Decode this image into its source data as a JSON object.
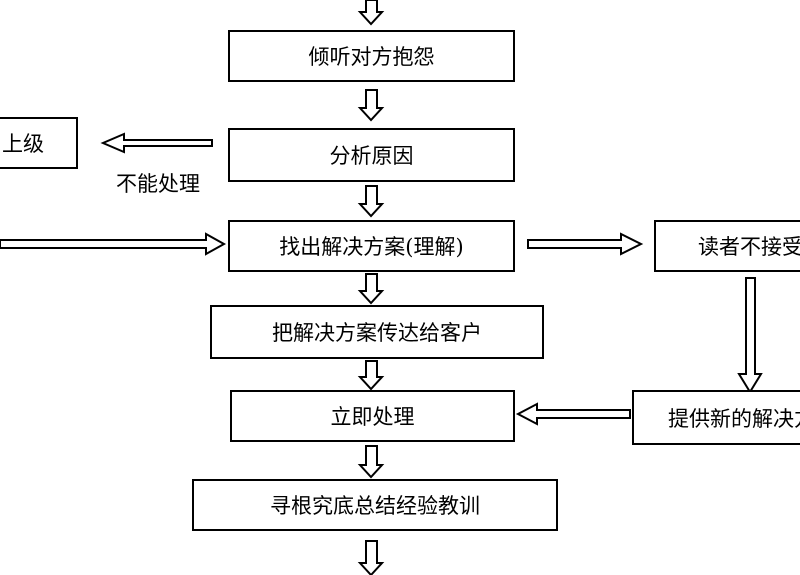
{
  "boxes": {
    "listen": "倾听对方抱怨",
    "escalate": "上级",
    "analyze": "分析原因",
    "solution": "找出解决方案(理解)",
    "reject": "读者不接受",
    "convey": "把解决方案传达给客户",
    "handle": "立即处理",
    "new_solution": "提供新的解决方案",
    "review": "寻根究底总结经验教训"
  },
  "labels": {
    "cannot_handle": "不能处理"
  }
}
